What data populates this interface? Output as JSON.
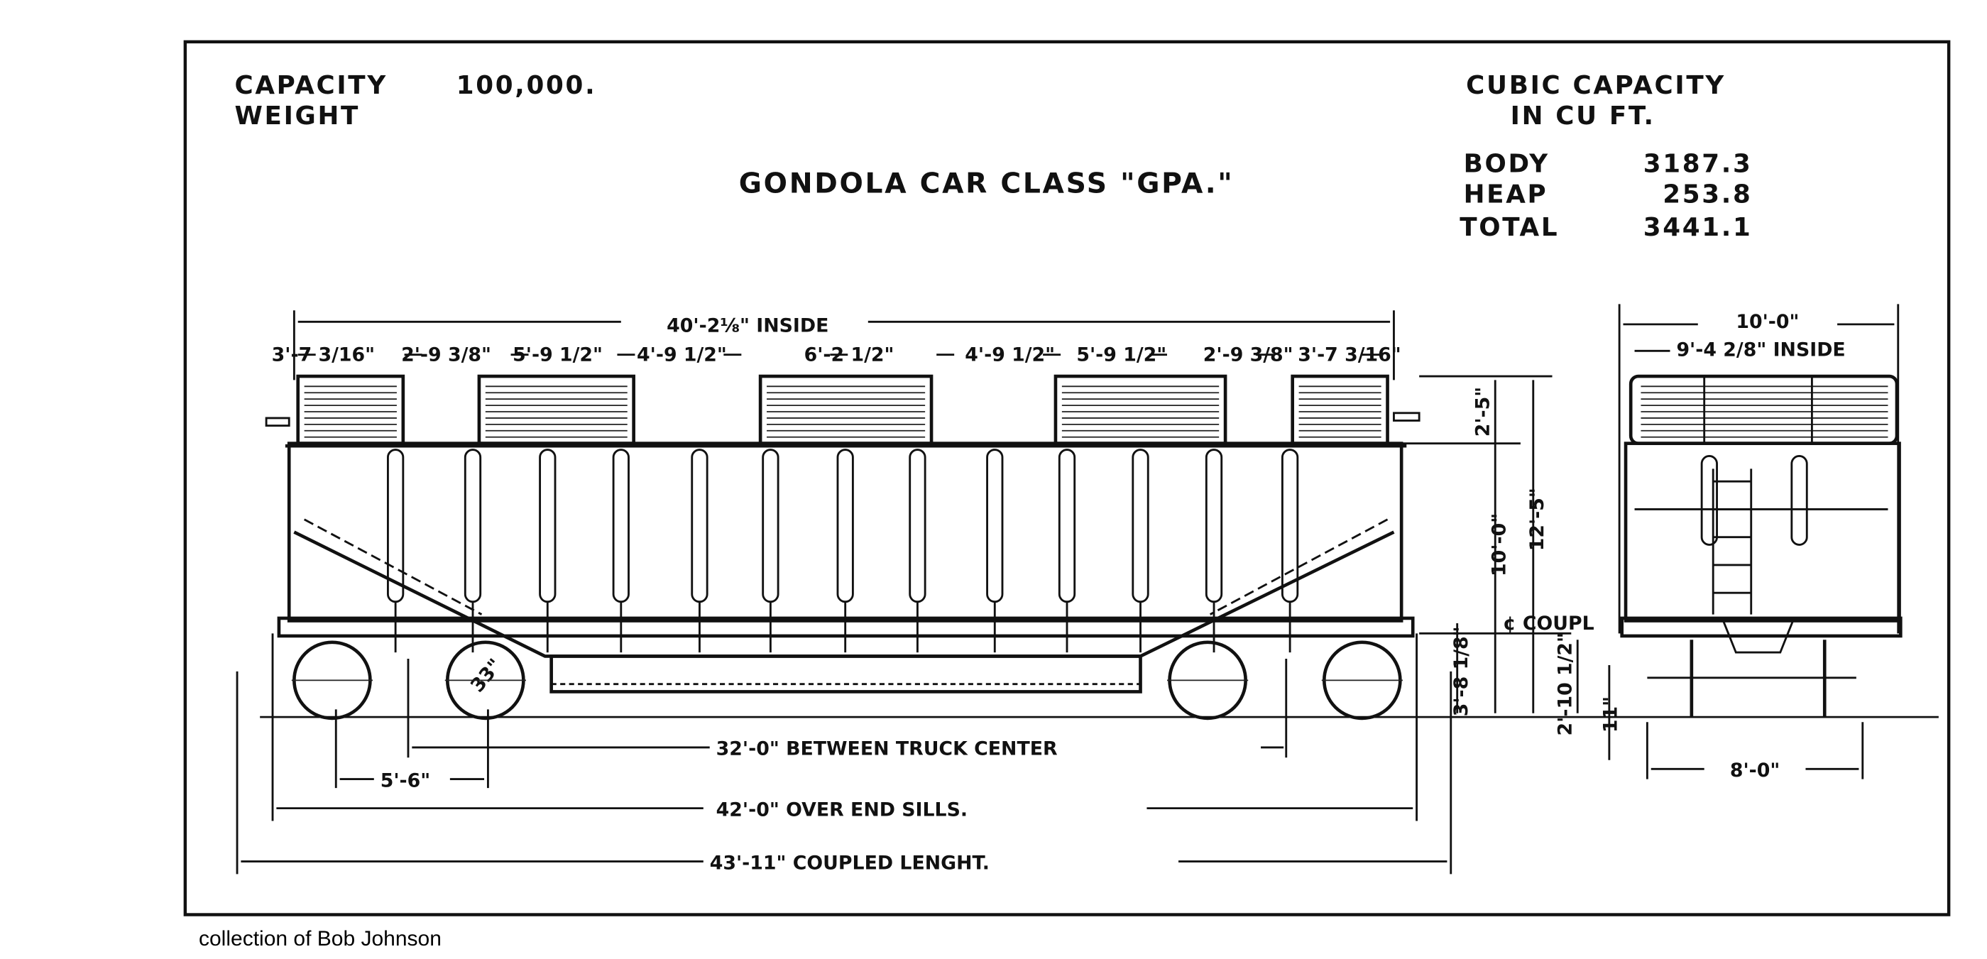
{
  "header": {
    "capacity_label": "CAPACITY",
    "capacity_value": "100,000.",
    "weight_label": "WEIGHT",
    "title": "GONDOLA CAR CLASS \"GPA.\"",
    "cubic_title_1": "CUBIC CAPACITY",
    "cubic_title_2": "IN CU FT.",
    "cubic": [
      {
        "label": "BODY",
        "value": "3187.3"
      },
      {
        "label": "HEAP",
        "value": "253.8"
      },
      {
        "label": "TOTAL",
        "value": "3441.1"
      }
    ]
  },
  "side_view": {
    "inside_length": "40'-2⅛\" INSIDE",
    "segments": [
      "3'-7 3/16\"",
      "2'-9 3/8\"",
      "5'-9 1/2\"",
      "4'-9 1/2\"",
      "6'-2 1/2\"",
      "4'-9 1/2\"",
      "5'-9 1/2\"",
      "2'-9 3/8\"",
      "3'-7 3/16\""
    ],
    "wheel_diameter": "33\"",
    "heap_height": "2'-5\"",
    "body_height": "10'-0\"",
    "total_height": "12'-5\"",
    "coupler_height": "3'-8 1/8\"",
    "coupler_label": "¢ COUPL",
    "truck_wheelbase": "5'-6\"",
    "truck_centers": "32'-0\" BETWEEN TRUCK CENTER",
    "over_end_sills": "42'-0\" OVER END SILLS.",
    "coupled_length": "43'-11\" COUPLED LENGHT."
  },
  "end_view": {
    "width": "10'-0\"",
    "inside_width": "9'-4 2/8\" INSIDE",
    "sill_height": "2'-10 1/2\"",
    "clearance": "11\"",
    "truck_width": "8'-0\""
  },
  "caption": "collection of Bob Johnson"
}
